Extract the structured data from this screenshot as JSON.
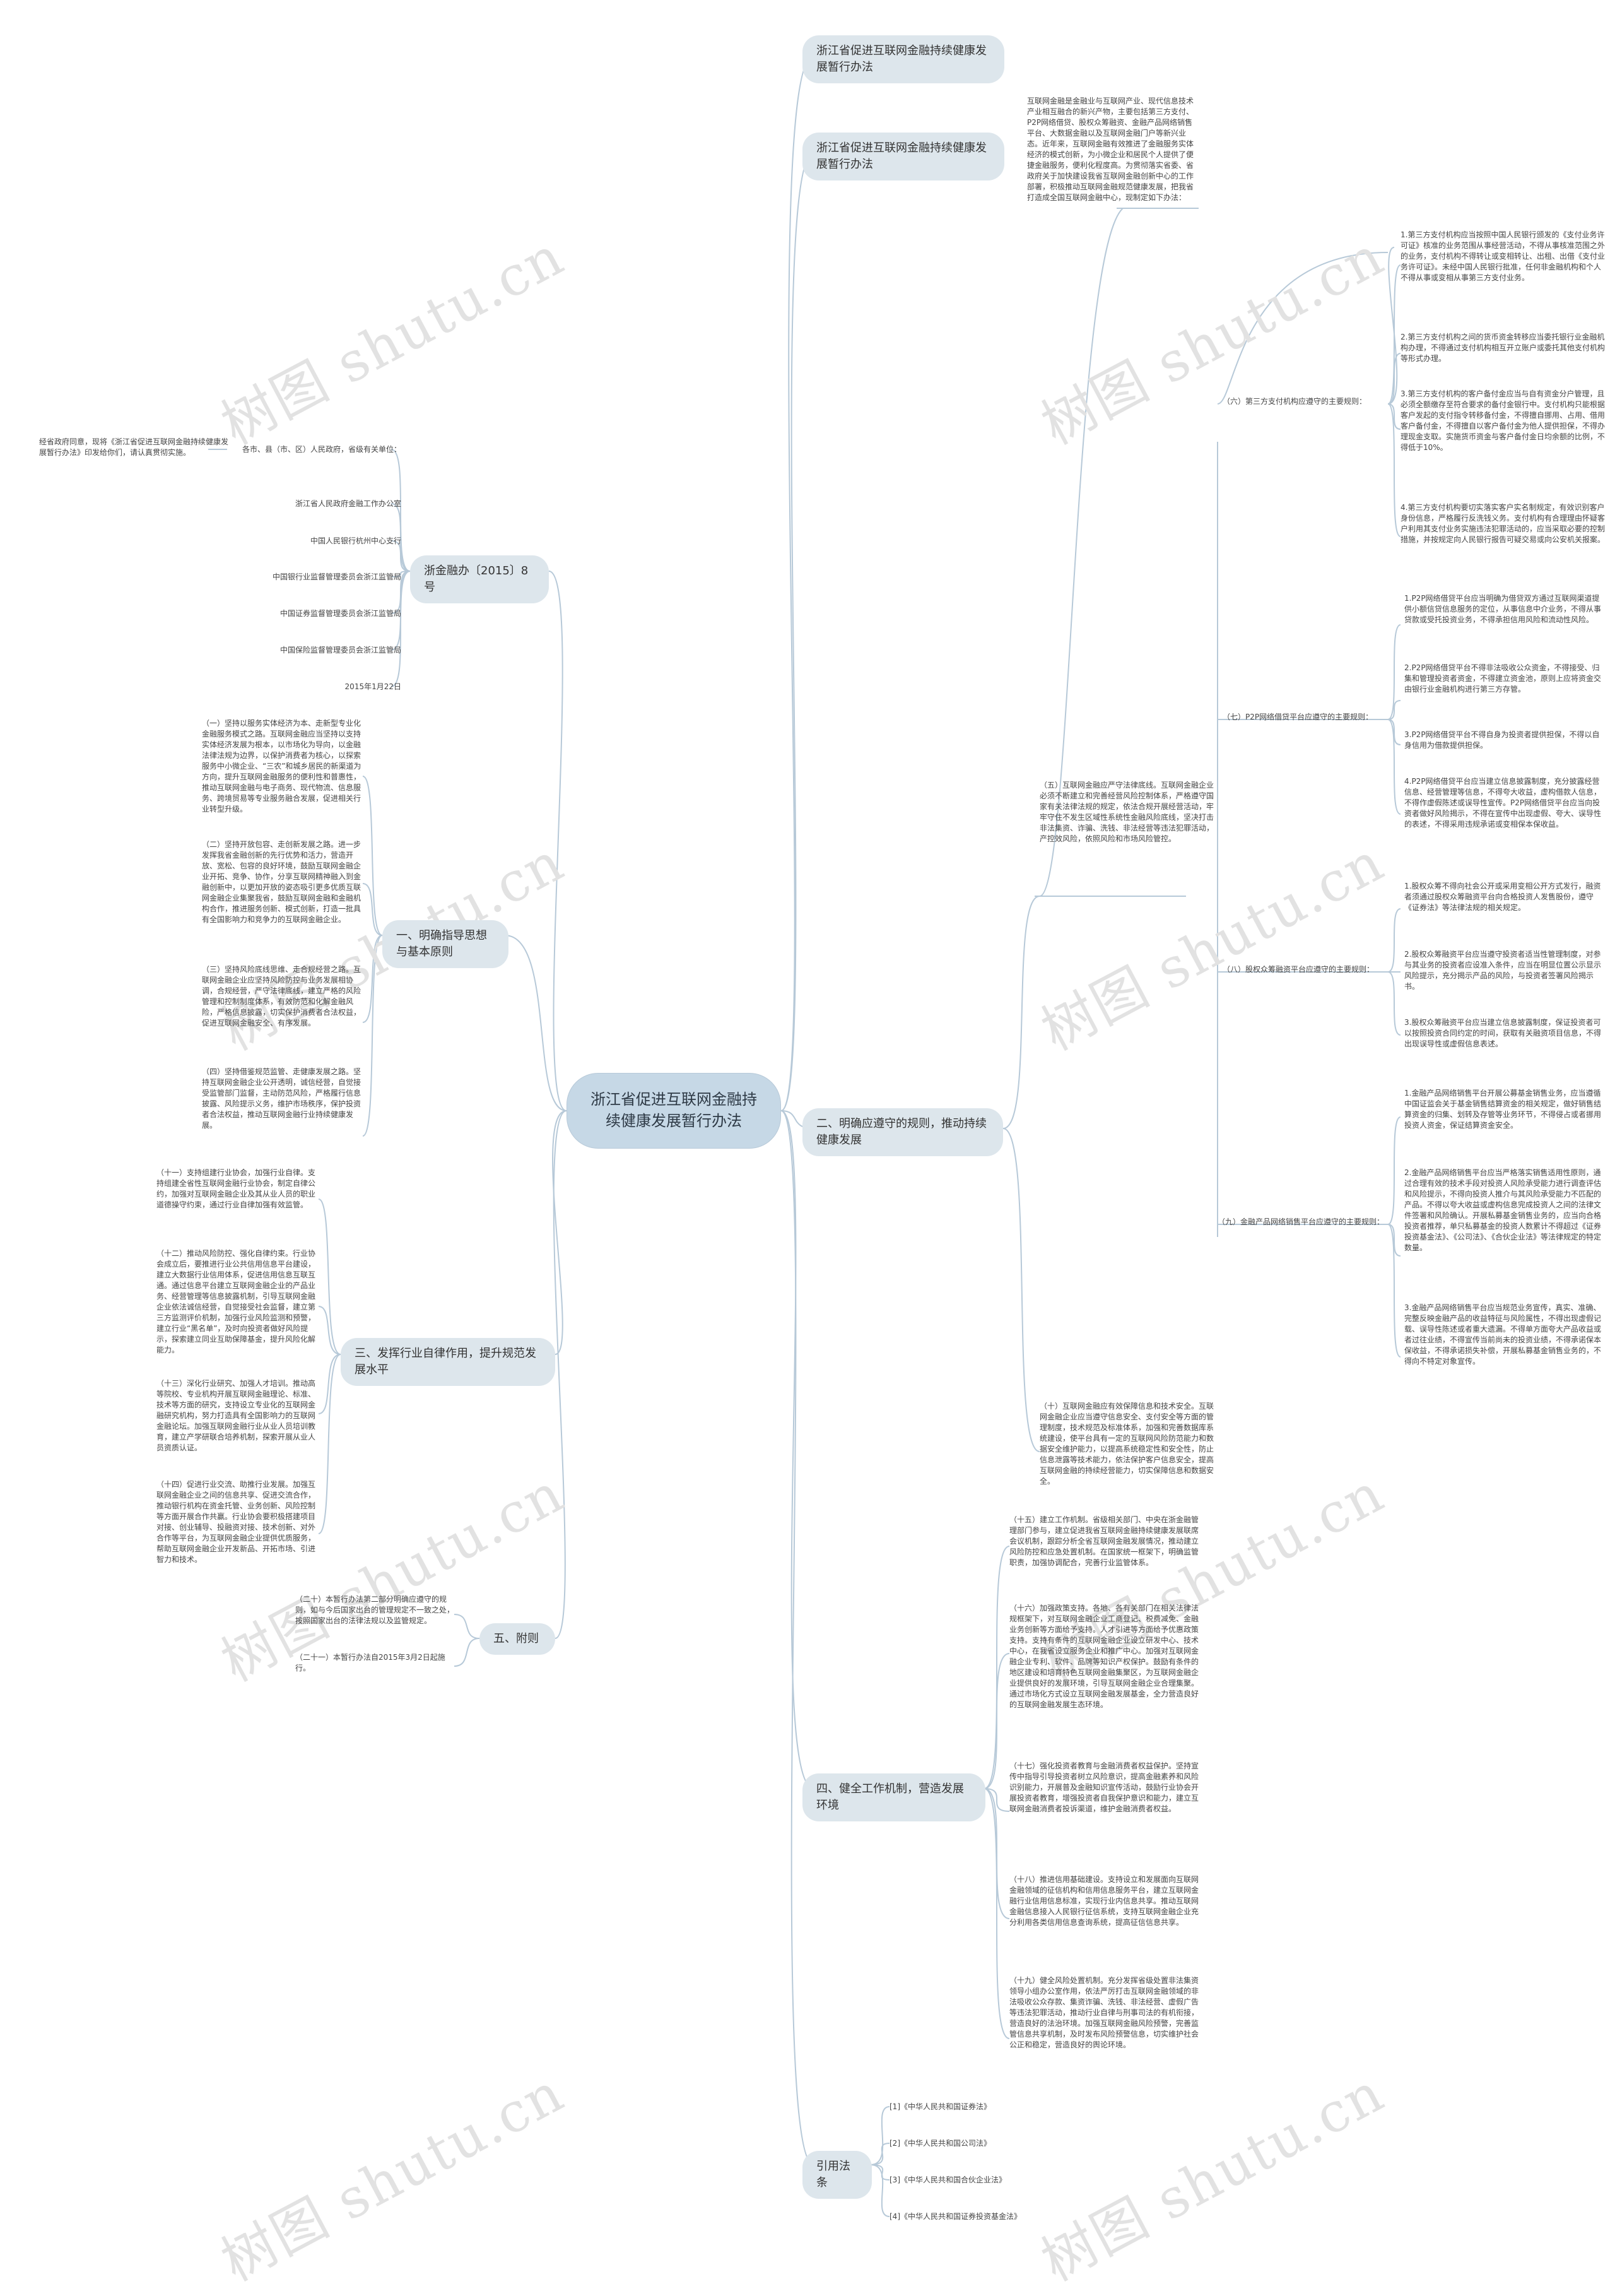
{
  "root": {
    "title": "浙江省促进互联网金融持续健康发展暂行办法"
  },
  "right_branches": [
    "浙江省促进互联网金融持续健康发展暂行办法",
    "浙江省促进互联网金融持续健康发展暂行办法",
    "二、明确应遵守的规则，推动持续健康发展",
    "四、健全工作机制，营造发展环境",
    "引用法条"
  ],
  "left_branches": [
    "浙金融办〔2015〕8号",
    "一、明确指导思想与基本原则",
    "三、发挥行业自律作用，提升规范发展水平",
    "五、附则"
  ],
  "intro_text": "互联网金融是金融业与互联网产业、现代信息技术产业相互融合的新兴产物，主要包括第三方支付、P2P网络借贷、股权众筹融资、金融产品网络销售平台、大数据金融以及互联网金融门户等新兴业态。近年来，互联网金融有效推进了金融服务实体经济的模式创新，为小微企业和居民个人提供了便捷金融服务，便利化程度高。为贯彻落实省委、省政府关于加快建设我省互联网金融创新中心的工作部署，积极推动互联网金融规范健康发展，把我省打造成全国互联网金融中心，现制定如下办法：",
  "sub_labels": {
    "s6": "（六）第三方支付机构应遵守的主要规则：",
    "s7": "（七）P2P网络借贷平台应遵守的主要规则：",
    "s8": "（八）股权众筹融资平台应遵守的主要规则：",
    "s9": "（九）金融产品网络销售平台应遵守的主要规则："
  },
  "s6_items": [
    "1.第三方支付机构应当按照中国人民银行颁发的《支付业务许可证》核准的业务范围从事经营活动，不得从事核准范围之外的业务，支付机构不得转让或变相转让、出租、出借《支付业务许可证》。未经中国人民银行批准，任何非金融机构和个人不得从事或变相从事第三方支付业务。",
    "2.第三方支付机构之间的货币资金转移应当委托银行业金融机构办理，不得通过支付机构相互开立账户或委托其他支付机构等形式办理。",
    "3.第三方支付机构的客户备付金应当与自有资金分户管理，且必须全额缴存至符合要求的备付金银行中。支付机构只能根据客户发起的支付指令转移备付金，不得擅自挪用、占用、借用客户备付金，不得擅自以客户备付金为他人提供担保，不得办理现金支取。实施货币资金与客户备付金日均余额的比例，不得低于10%。",
    "4.第三方支付机构要切实落实客户实名制规定，有效识别客户身份信息，严格履行反洗钱义务。支付机构有合理理由怀疑客户利用其支付业务实施违法犯罪活动的，应当采取必要的控制措施，并按规定向人民银行报告可疑交易或向公安机关报案。"
  ],
  "s7_items": [
    "1.P2P网络借贷平台应当明确为借贷双方通过互联网渠道提供小额信贷信息服务的定位，从事信息中介业务，不得从事贷款或受托投资业务，不得承担信用风险和流动性风险。",
    "2.P2P网络借贷平台不得非法吸收公众资金，不得接受、归集和管理投资者资金，不得建立资金池，原则上应将资金交由银行业金融机构进行第三方存管。",
    "3.P2P网络借贷平台不得自身为投资者提供担保，不得以自身信用为借款提供担保。",
    "4.P2P网络借贷平台应当建立信息披露制度，充分披露经营信息、经营管理等信息，不得夸大收益，虚构借款人信息，不得作虚假陈述或误导性宣传。P2P网络借贷平台应当向投资者做好风险揭示，不得在宣传中出现虚假、夸大、误导性的表述，不得采用违规承诺或变相保本保收益。"
  ],
  "s8_items": [
    "1.股权众筹不得向社会公开或采用变相公开方式发行，融资者须通过股权众筹融资平台向合格投资人发售股份，遵守《证券法》等法律法规的相关规定。",
    "2.股权众筹融资平台应当遵守投资者适当性管理制度，对参与其业务的投资者应设准入条件，应当在明显位置公示显示风险提示，充分揭示产品的风险，与投资者签署风险揭示书。",
    "3.股权众筹融资平台应当建立信息披露制度，保证投资者可以按照投资合同约定的时间，获取有关融资项目信息，不得出现误导性或虚假信息表述。"
  ],
  "s9_items": [
    "1.金融产品网络销售平台开展公募基金销售业务，应当遵循中国证监会关于基金销售结算资金的相关规定，做好销售结算资金的归集、划转及存管等业务环节，不得侵占或者挪用投资人资金，保证结算资金安全。",
    "2.金融产品网络销售平台应当严格落实销售适用性原则，通过合理有效的技术手段对投资人风险承受能力进行调查评估和风险提示，不得向投资人推介与其风险承受能力不匹配的产品。不得以夸大收益或虚构信息完成投资人之间的法律文件签署和风险确认。开展私募基金销售业务的，应当向合格投资者推荐，单只私募基金的投资人数累计不得超过《证券投资基金法》、《公司法》、《合伙企业法》等法律规定的特定数量。",
    "3.金融产品网络销售平台应当规范业务宣传，真实、准确、完整反映金融产品的收益特征与风险属性，不得出现虚假记载、误导性陈述或者重大遗漏。不得单方面夸大产品收益或者过往业绩，不得宣传当前尚未的投资业绩，不得承诺保本保收益，不得承诺损失补偿，开展私募基金销售业务的，不得向不特定对象宣传。"
  ],
  "right_mid": {
    "s5": "（五）互联网金融应严守法律底线。互联网金融企业必须不断建立和完善经营风险控制体系，严格遵守国家有关法律法规的规定，依法合规开展经营活动，牢牢守住不发生区域性系统性金融风险底线，坚决打击非法集资、诈骗、洗钱、非法经营等违法犯罪活动，产控效风险，依照风险和市场风险管控。",
    "s10": "（十）互联网金融应有效保障信息和技术安全。互联网金融企业应当遵守信息安全、支付安全等方面的管理制度，技术规范及标准体系，加强和完善数据库系统建设，使平台具有一定的互联网风险防范能力和数据安全维护能力，以提高系统稳定性和安全性，防止信息泄露等技术能力，依法保护客户信息安全，提高互联网金融的持续经营能力，切实保障信息和数据安全。"
  },
  "section4_items": [
    "（十五）建立工作机制。省级相关部门、中央在浙金融管理部门参与，建立促进我省互联网金融持续健康发展联席会议机制，跟踪分析全省互联网金融发展情况，推动建立风险防控和应急处置机制。在国家统一框架下，明确监管职责，加强协调配合，完善行业监管体系。",
    "（十六）加强政策支持。各地、各有关部门在相关法律法规框架下，对互联网金融企业工商登记、税费减免、金融业务创新等方面给予支持。人才引进等方面给予优惠政策支持。支持有条件的互联网金融企业设立研发中心、技术中心，在我省设立服务企业和推广中心。加强对互联网金融企业专利、软件、品牌等知识产权保护。鼓励有条件的地区建设和培育特色互联网金融集聚区，为互联网金融企业提供良好的发展环境，引导互联网金融企业合理集聚。通过市场化方式设立互联网金融发展基金，全力营造良好的互联网金融发展生态环境。",
    "（十七）强化投资者教育与金融消费者权益保护。坚持宣传中指导引导投资者树立风险意识，提高金融素养和风险识别能力，开展普及金融知识宣传活动，鼓励行业协会开展投资者教育，增强投资者自我保护意识和能力，建立互联网金融消费者投诉渠道，维护金融消费者权益。",
    "（十八）推进信用基础建设。支持设立和发展面向互联网金融领域的征信机构和信用信息服务平台，建立互联网金融行业信用信息标准，实现行业内信息共享。推动互联网金融信息接入人民银行征信系统，支持互联网金融企业充分利用各类信用信息查询系统，提高征信信息共享。",
    "（十九）健全风险处置机制。充分发挥省级处置非法集资领导小组办公室作用，依法严厉打击互联网金融领域的非法吸收公众存款、集资诈骗、洗钱、非法经营、虚假广告等违法犯罪活动，推动行业自律与刑事司法的有机衔接，营造良好的法治环境。加强互联网金融风险预警，完善监管信息共享机制，及时发布风险预警信息，切实维护社会公正和稳定，营造良好的舆论环境。"
  ],
  "laws": [
    "[1]《中华人民共和国证券法》",
    "[2]《中华人民共和国公司法》",
    "[3]《中华人民共和国合伙企业法》",
    "[4]《中华人民共和国证券投资基金法》"
  ],
  "doc_meta": {
    "recipients": "各市、县（市、区）人民政府，省级有关单位：",
    "approval": "经省政府同意，现将《浙江省促进互联网金融持续健康发展暂行办法》印发给你们，请认真贯彻实施。",
    "issuers": [
      "浙江省人民政府金融工作办公室",
      "中国人民银行杭州中心支行",
      "中国银行业监督管理委员会浙江监管局",
      "中国证券监督管理委员会浙江监管局",
      "中国保险监督管理委员会浙江监管局"
    ],
    "date": "2015年1月22日"
  },
  "section1_items": [
    "（一）坚持以服务实体经济为本、走新型专业化金融服务模式之路。互联网金融应当坚持以支持实体经济发展为根本，以市场化为导向，以金融法律法规为边界，以保护消费者为核心，以探索服务中小微企业、“三农”和城乡居民的新渠道为方向，提升互联网金融服务的便利性和普惠性，推动互联网金融与电子商务、现代物流、信息服务、跨境贸易等专业服务融合发展，促进相关行业转型升级。",
    "（二）坚持开放包容、走创新发展之路。进一步发挥我省金融创新的先行优势和活力，营造开放、宽松、包容的良好环境，鼓励互联网金融企业开拓、竞争、协作，分享互联网精神融入到金融创新中，以更加开放的姿态吸引更多优质互联网金融企业集聚我省，鼓励互联网金融和金融机构合作，推进服务创新、模式创新，打造一批具有全国影响力和竞争力的互联网金融企业。",
    "（三）坚持风险底线思维、走合规经营之路。互联网金融企业应坚持风险防控与业务发展相协调，合规经营，严守法律底线，建立严格的风险管理和控制制度体系，有效防范和化解金融风险，严格信息披露，切实保护消费者合法权益，促进互联网金融安全、有序发展。",
    "（四）坚持借鉴规范监管、走健康发展之路。坚持互联网金融企业公开透明，诚信经营，自觉接受监管部门监督，主动防范风险，严格履行信息披露、风险提示义务，维护市场秩序，保护投资者合法权益，推动互联网金融行业持续健康发展。"
  ],
  "section3_items": [
    "（十一）支持组建行业协会，加强行业自律。支持组建全省性互联网金融行业协会，制定自律公约，加强对互联网金融企业及其从业人员的职业道德操守约束，通过行业自律加强有效监管。",
    "（十二）推动风险防控、强化自律约束。行业协会成立后，要推进行业公共信用信息平台建设，建立大数据行业信用体系，促进信用信息互联互通。通过信息平台建立互联网金融企业的产品业务、经营管理等信息披露机制，引导互联网金融企业依法诚信经营，自觉接受社会监督，建立第三方监测评价机制，加强行业风险监测和预警，建立行业“黑名单”，及时向投资者做好风险提示，探索建立同业互助保障基金，提升风险化解能力。",
    "（十三）深化行业研究、加强人才培训。推动高等院校、专业机构开展互联网金融理论、标准、技术等方面的研究，支持设立专业化的互联网金融研究机构，努力打造具有全国影响力的互联网金融论坛。加强互联网金融行业从业人员培训教育，建立产学研联合培养机制，探索开展从业人员资质认证。",
    "（十四）促进行业交流、助推行业发展。加强互联网金融企业之间的信息共享、促进交流合作，推动银行机构在资金托管、业务创新、风险控制等方面开展合作共赢。行业协会要积极搭建项目对接、创业辅导、投融资对接、技术创新、对外合作等平台，为互联网金融企业提供优质服务，帮助互联网金融企业开发新品、开拓市场、引进智力和技术。"
  ],
  "section5_items": [
    "（二十）本暂行办法第二部分明确应遵守的规则，如与今后国家出台的管理规定不一致之处，按照国家出台的法律法规以及监管规定。",
    "（二十一）本暂行办法自2015年3月2日起施行。"
  ],
  "watermark": "树图 shutu.cn",
  "colors": {
    "line": "#b7c9d8",
    "node_bg": "#dde6ec",
    "root_bg": "#c6d8e6",
    "text": "#333333",
    "watermark": "#e2e2e2"
  }
}
